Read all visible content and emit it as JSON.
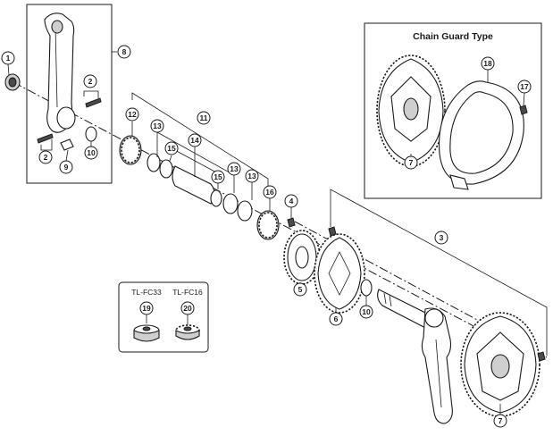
{
  "chain_guard_box": {
    "title": "Chain Guard Type"
  },
  "tools_box": {
    "tool_left": "TL-FC33",
    "tool_right": "TL-FC16"
  },
  "callouts": {
    "c1": "1",
    "c2a": "2",
    "c2b": "2",
    "c3": "3",
    "c4": "4",
    "c5": "5",
    "c6": "6",
    "c7a": "7",
    "c7b": "7",
    "c8": "8",
    "c9": "9",
    "c10a": "10",
    "c10b": "10",
    "c11": "11",
    "c12": "12",
    "c13a": "13",
    "c13b": "13",
    "c13c": "13",
    "c14": "14",
    "c15a": "15",
    "c15b": "15",
    "c16": "16",
    "c17": "17",
    "c18": "18",
    "c19": "19",
    "c20": "20"
  }
}
